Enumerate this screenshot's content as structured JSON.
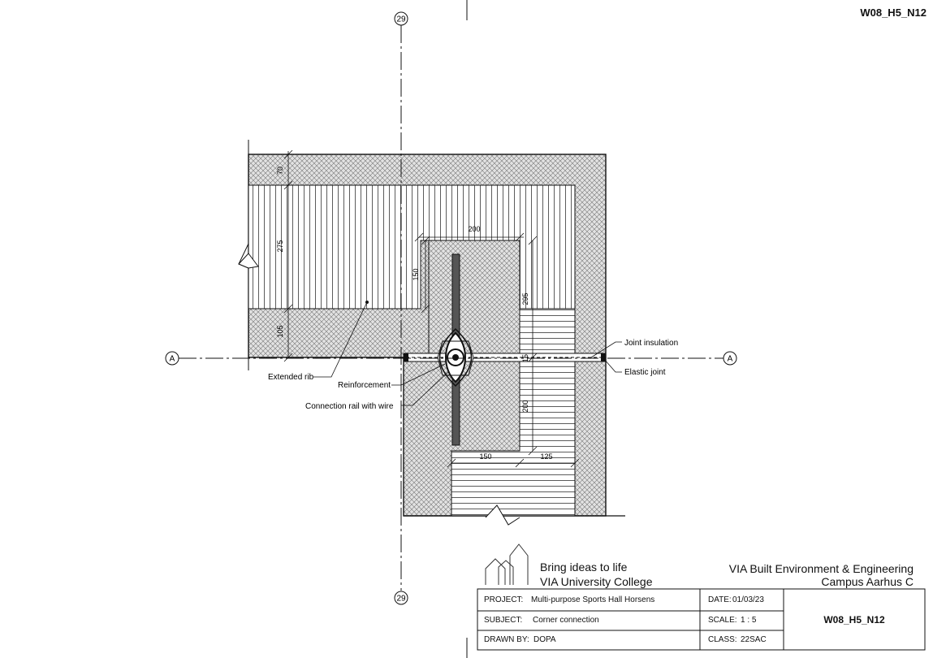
{
  "sheet_code": "W08_H5_N12",
  "grid_labels": {
    "vertical": "29",
    "horizontal": "A"
  },
  "dimensions": {
    "d70": "70",
    "d275": "275",
    "d105": "105",
    "d200_top": "200",
    "d150_vert": "150",
    "d295": "295",
    "d15": "15",
    "d200_vert": "200",
    "d150_bottom": "150",
    "d125": "125"
  },
  "callouts": {
    "extended_rib": "Extended rib",
    "reinforcement": "Reinforcement",
    "connection_rail": "Connection rail with wire",
    "joint_insulation": "Joint insulation",
    "elastic_joint": "Elastic joint"
  },
  "branding": {
    "slogan": "Bring ideas to life",
    "college": "VIA University College",
    "faculty": "VIA Built Environment & Engineering",
    "campus": "Campus Aarhus C"
  },
  "title_block": {
    "project_label": "PROJECT:",
    "project_value": "Multi-purpose Sports Hall Horsens",
    "subject_label": "SUBJECT:",
    "subject_value": "Corner connection",
    "drawn_label": "DRAWN BY:",
    "drawn_value": "DOPA",
    "date_label": "DATE:",
    "date_value": "01/03/23",
    "scale_label": "SCALE:",
    "scale_value": "1 : 5",
    "class_label": "CLASS:",
    "class_value": "22SAC",
    "drawing_no": "W08_H5_N12"
  },
  "colors": {
    "line": "#111111",
    "hatch_bg": "#d9d9d9",
    "joint": "#333333"
  }
}
